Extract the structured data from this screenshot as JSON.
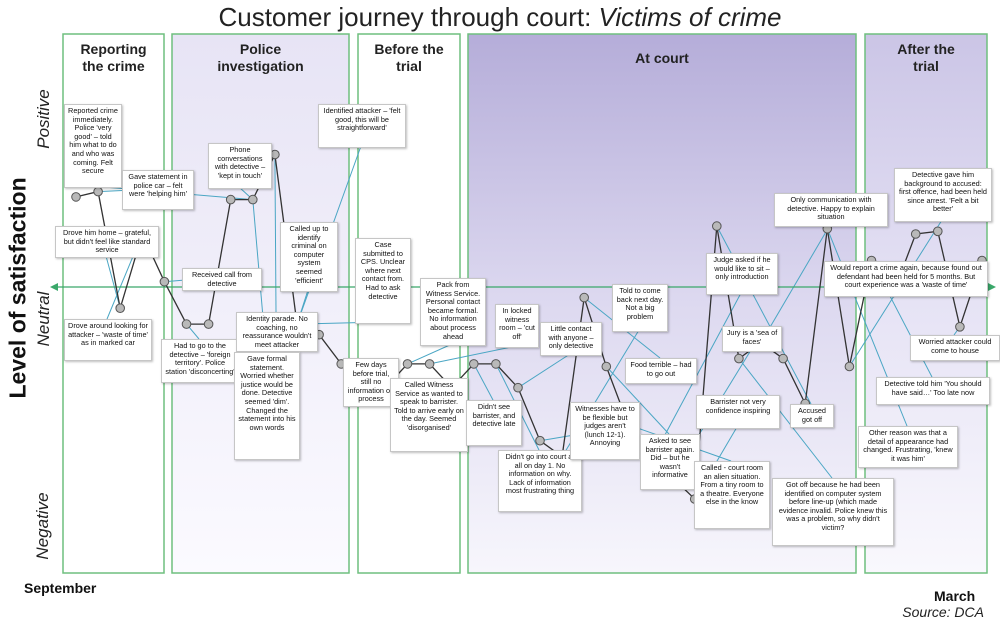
{
  "title": {
    "main": "Customer journey through court: ",
    "emphasis": "Victims of crime"
  },
  "y_axis": {
    "label": "Level of satisfaction",
    "top": "Positive",
    "middle": "Neutral",
    "bottom": "Negative"
  },
  "x_axis": {
    "start": "September",
    "end": "March"
  },
  "source": "Source: DCA",
  "stages": [
    {
      "label": "Reporting\nthe crime",
      "tint": "#ffffff"
    },
    {
      "label": "Police\ninvestigation",
      "tint": "#ece9f7"
    },
    {
      "label": "Before the\ntrial",
      "tint": "#ffffff"
    },
    {
      "label": "At court",
      "tint": "#cdc7ea"
    },
    {
      "label": "After the\ntrial",
      "tint": "#dcd8f1"
    }
  ],
  "colors": {
    "stage_border": "#6fbf7f",
    "line": "#333333",
    "point_fill": "#b9b9b9",
    "leader": "#4aa6c4",
    "neutral_arrow": "#3aa86a"
  },
  "notes": [
    "Reported crime immediately. Police 'very good' – told him what to do and who was coming. Felt secure",
    "Gave statement in police car – felt were 'helping him'",
    "Drove him home – grateful, but didn't feel like standard service",
    "Drove around looking for attacker – 'waste of time' as in marked car",
    "Received call from detective",
    "Had to go to the detective – 'foreign territory'. Police station 'disconcerting'",
    "Phone conversations with detective – 'kept in touch'",
    "Identity parade. No coaching, no reassurance wouldn't meet attacker",
    "Gave formal statement. Worried whether justice would be done. Detective seemed 'dim'. Changed the statement into his own words",
    "Identified attacker – 'felt good, this will be straightforward'",
    "Called up to identify criminal on computer system seemed 'efficient'",
    "Case submitted to CPS. Unclear where next contact from. Had to ask detective",
    "Few days before trial, still no information on process",
    "Called Witness Service as wanted to speak to barrister. Told to arrive early on the day. Seemed 'disorganised'",
    "Pack from Witness Service. Personal contact became formal. No information about process ahead",
    "In locked witness room – 'cut off'",
    "Didn't see barrister, and detective late",
    "Didn't go into court at all on day 1. No information on why. Lack of information most frustrating thing",
    "Little contact with anyone – only detective",
    "Witnesses have to be flexible but judges aren't (lunch 12-1). Annoying",
    "Told to come back next day. Not a big problem",
    "Food terrible – had to go out",
    "Asked to see barrister again. Did – but he wasn't informative",
    "Called - court room an alien situation. From a tiny room to a theatre. Everyone else in the know",
    "Judge asked if he would like to sit – only introduction",
    "Jury is a 'sea of faces'",
    "Barrister not very confidence inspiring",
    "Accused got off",
    "Got off because he had been identified on computer system before line-up (which made evidence invalid. Police knew this was a problem, so why didn't victim?",
    "Only communication with detective. Happy to explain situation",
    "Other reason was that a detail of appearance had changed. Frustrating, 'knew it was him'",
    "Detective gave him background to accused: first offence, had been held since arrest. 'Felt a bit better'",
    "Would report a crime again, because found out defendant had been held for 5 months. But court experience was a 'waste of time'",
    "Detective told him 'You should have said…' Too late now",
    "Worried attacker could come to house"
  ],
  "chart_data": {
    "type": "line",
    "title": "Customer journey through court: Victims of crime",
    "xlabel": "",
    "ylabel": "Level of satisfaction",
    "y_categories": [
      "Negative",
      "Neutral",
      "Positive"
    ],
    "ylim": [
      -1,
      1
    ],
    "x": [
      1,
      2,
      3,
      4,
      5,
      6,
      7,
      8,
      9,
      10,
      11,
      12,
      13,
      14,
      15,
      16,
      17,
      18,
      19,
      20,
      21,
      22,
      23,
      24,
      25,
      26,
      27,
      28,
      29,
      30,
      31,
      32,
      33,
      34,
      35,
      36,
      37,
      38,
      39,
      40,
      41,
      42
    ],
    "values": [
      0.34,
      0.36,
      -0.08,
      0.2,
      0.02,
      -0.14,
      -0.14,
      0.33,
      0.33,
      0.5,
      -0.14,
      -0.18,
      -0.29,
      -0.29,
      -0.38,
      -0.29,
      -0.29,
      -0.38,
      -0.29,
      -0.29,
      -0.38,
      -0.58,
      -0.64,
      -0.04,
      -0.3,
      -0.52,
      -0.66,
      -0.72,
      -0.8,
      0.23,
      -0.27,
      -0.21,
      -0.27,
      -0.44,
      0.22,
      -0.3,
      0.1,
      -0.02,
      0.2,
      0.21,
      -0.15,
      0.1
    ]
  }
}
